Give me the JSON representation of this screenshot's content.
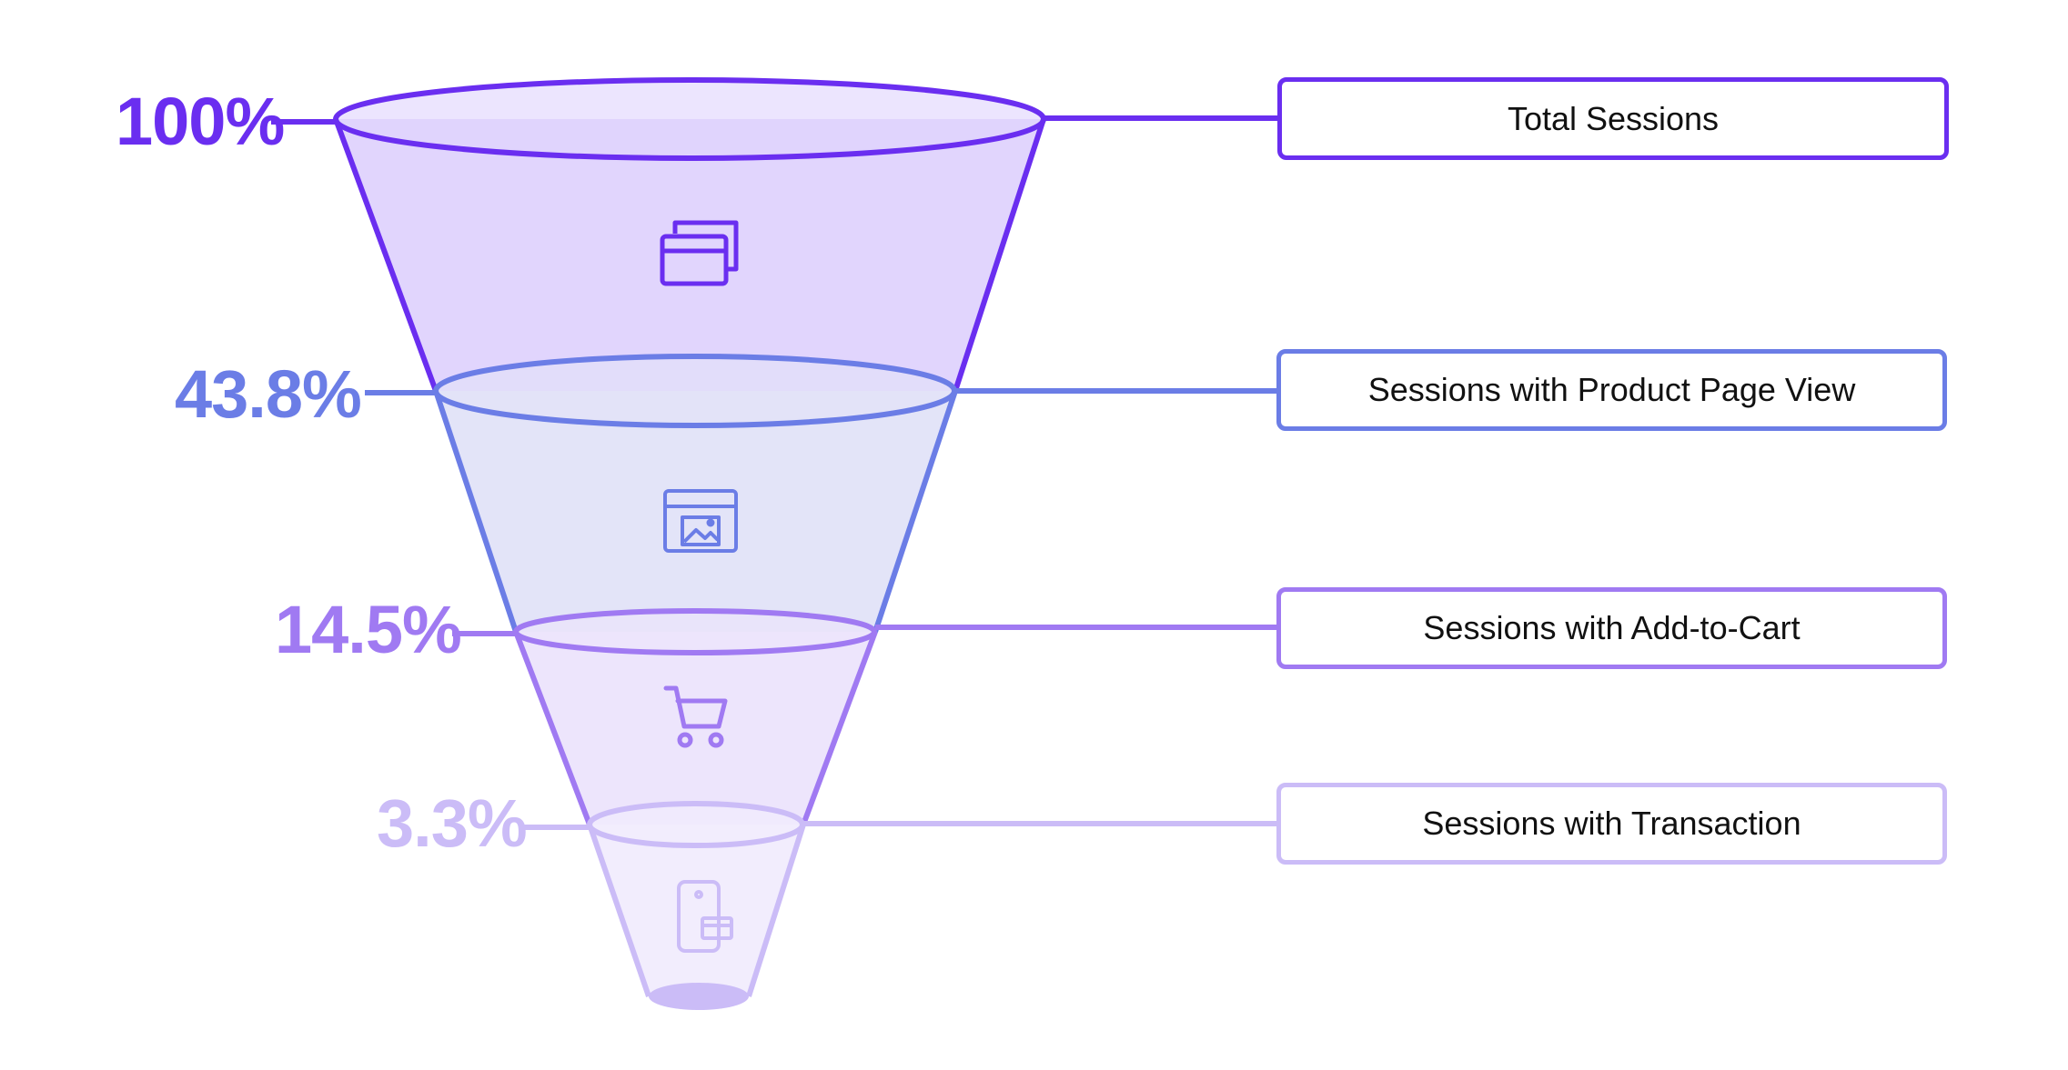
{
  "chart_data": {
    "type": "funnel",
    "stages": [
      {
        "label": "Total Sessions",
        "value": 100,
        "display": "100%",
        "icon": "browser-windows-icon",
        "color": "#6a2ef0",
        "fill": "#dfd3fd"
      },
      {
        "label": "Sessions with Product Page View",
        "value": 43.8,
        "display": "43.8%",
        "icon": "product-page-image-icon",
        "color": "#6b7de6",
        "fill": "#e2e3f8"
      },
      {
        "label": "Sessions with Add-to-Cart",
        "value": 14.5,
        "display": "14.5%",
        "icon": "shopping-cart-icon",
        "color": "#a07af2",
        "fill": "#ece4fc"
      },
      {
        "label": "Sessions with Transaction",
        "value": 3.3,
        "display": "3.3%",
        "icon": "mobile-payment-icon",
        "color": "#cbbcf7",
        "fill": "#f1ecfd"
      }
    ]
  }
}
